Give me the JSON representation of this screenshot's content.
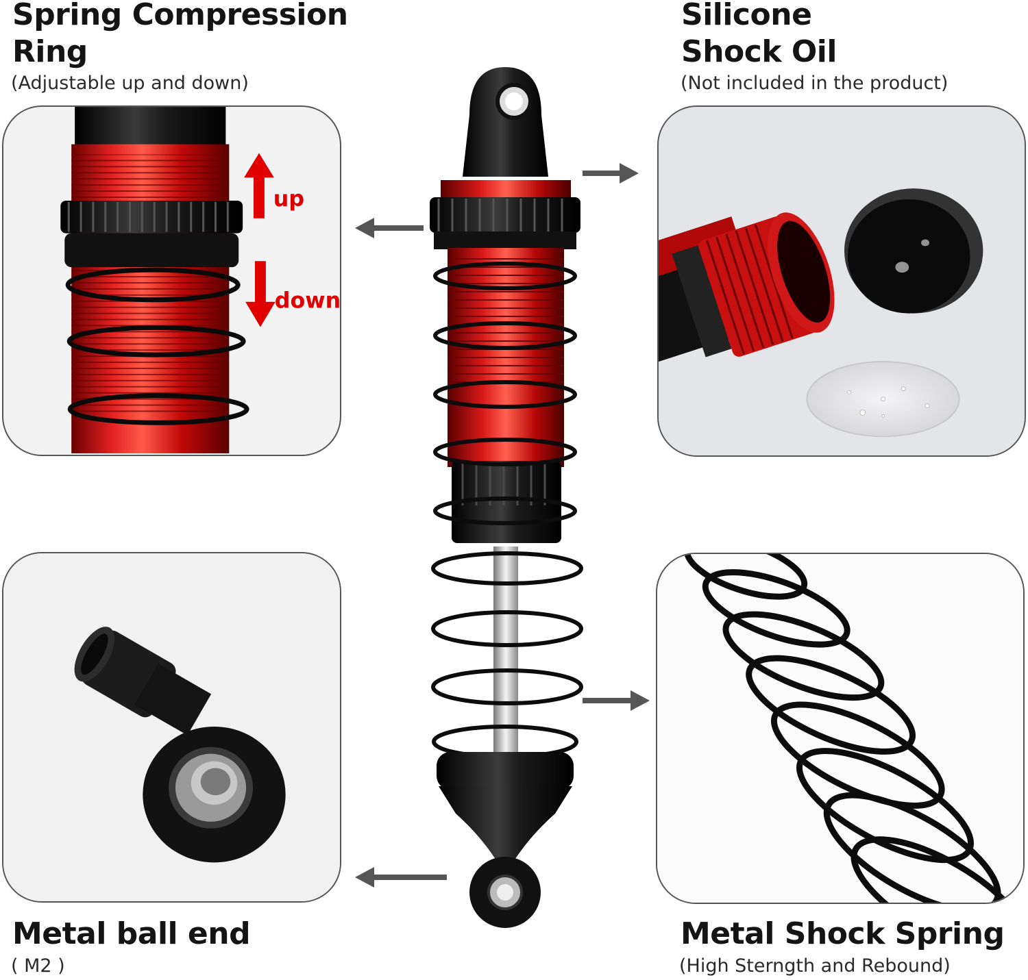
{
  "colors": {
    "accent_red": "#e00000",
    "anodized_red": "#c81010",
    "black_metal": "#141414",
    "arrow_gray": "#555555"
  },
  "top_left": {
    "title_line1": "Spring Compression",
    "title_line2": "Ring",
    "subtitle": "(Adjustable up and down)",
    "up_label": "up",
    "down_label": "down"
  },
  "top_right": {
    "title_line1": "Silicone",
    "title_line2": "Shock Oil",
    "subtitle": "(Not included in the product)"
  },
  "bottom_left": {
    "title": "Metal ball end",
    "subtitle": "( M2 )"
  },
  "bottom_right": {
    "title": "Metal Shock Spring",
    "subtitle": "(High Sterngth and Rebound)"
  },
  "icons": [
    "arrow-left-icon",
    "arrow-right-icon",
    "arrow-up-icon",
    "arrow-down-icon"
  ]
}
